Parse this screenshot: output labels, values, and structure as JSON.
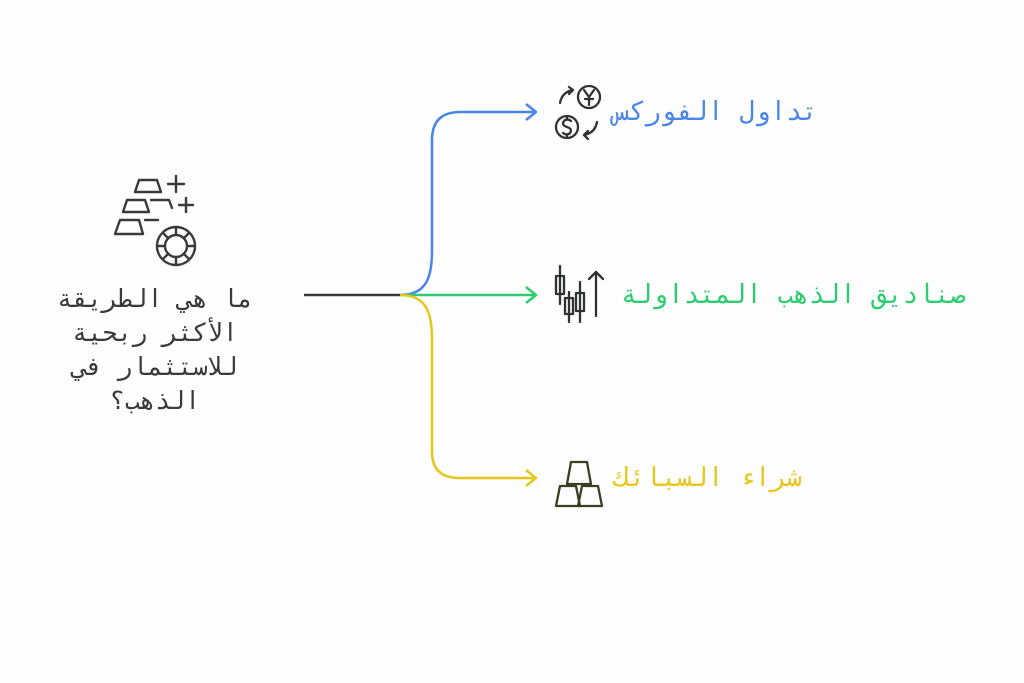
{
  "root": {
    "lines": [
      "ما هي الطريقة",
      "الأكثر ربحية",
      "للاستثمار في",
      "الذهب؟"
    ],
    "icon": "gold-bars-coin-plus-icon"
  },
  "branches": [
    {
      "label": "تداول الفوركس",
      "color": "#4a86e8",
      "icon": "currency-exchange-icon"
    },
    {
      "label": "صناديق الذهب المتداولة",
      "color": "#2ecc71",
      "icon": "candlestick-chart-icon"
    },
    {
      "label": "شراء السبائك",
      "color": "#e6c619",
      "icon": "gold-bars-icon"
    }
  ],
  "colors": {
    "trunk": "#3a3a3a",
    "icon_stroke": "#2f3433",
    "gold_icon_stroke": "#3d3d1f"
  }
}
